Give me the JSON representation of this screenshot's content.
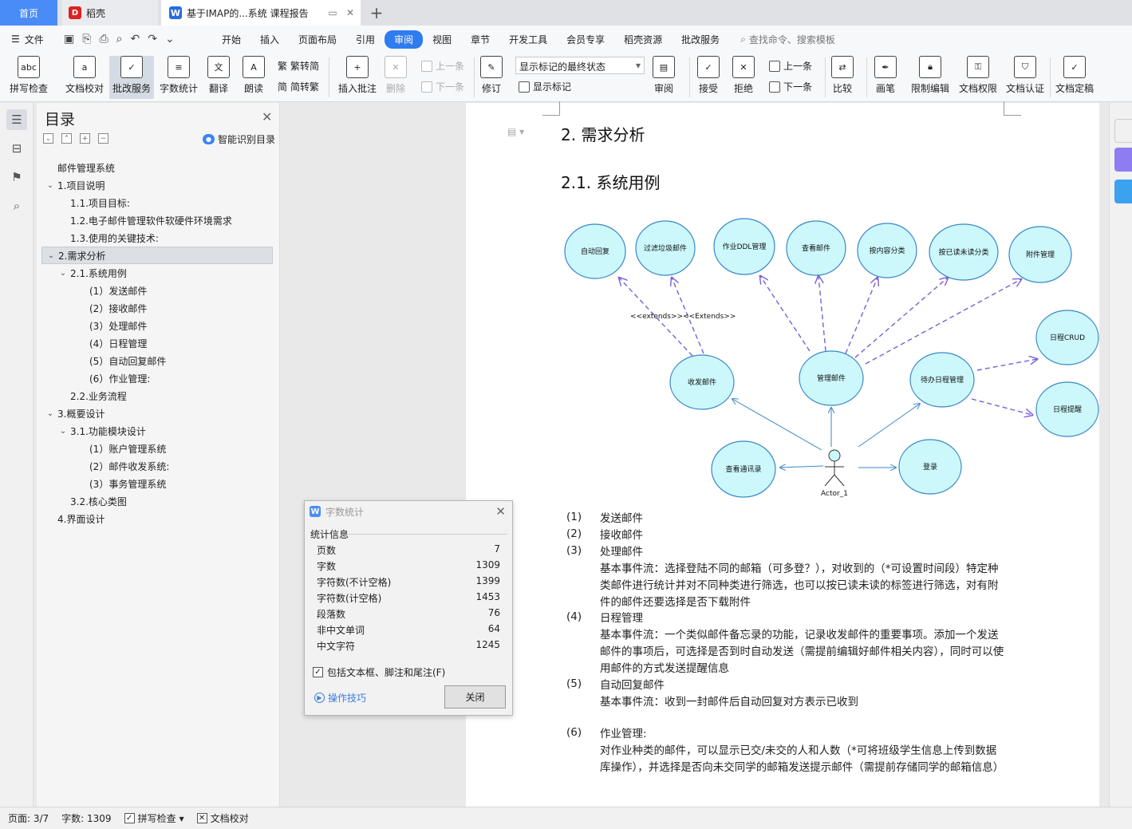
{
  "tabs": {
    "home": "首页",
    "daoke": "稻壳",
    "doc": "基于IMAP的...系统 课程报告"
  },
  "menu": {
    "file": "文件",
    "items": [
      "开始",
      "插入",
      "页面布局",
      "引用",
      "审阅",
      "视图",
      "章节",
      "开发工具",
      "会员专享",
      "稻壳资源",
      "批改服务"
    ],
    "active": "审阅",
    "search": "查找命令、搜索模板"
  },
  "ribbon": {
    "spell": "拼写检查",
    "proof": "文档校对",
    "correct": "批改服务",
    "wordcount": "字数统计",
    "translate": "翻译",
    "read": "朗读",
    "to_trad": "繁转简",
    "to_simp": "简转繁",
    "insert_comment": "插入批注",
    "delete": "删除",
    "prev": "上一条",
    "next": "下一条",
    "revise": "修订",
    "markup_state": "显示标记的最终状态",
    "show_markup": "显示标记",
    "review": "审阅",
    "accept": "接受",
    "reject": "拒绝",
    "prev2": "上一条",
    "next2": "下一条",
    "compare": "比较",
    "pen": "画笔",
    "restrict": "限制编辑",
    "rights": "文档权限",
    "cert": "文档认证",
    "finalize": "文档定稿"
  },
  "toc": {
    "title": "目录",
    "smart": "智能识别目录",
    "items": [
      {
        "label": "邮件管理系统",
        "level": 0,
        "arrow": ""
      },
      {
        "label": "1.项目说明",
        "level": 0,
        "arrow": "v"
      },
      {
        "label": "1.1.项目目标:",
        "level": 1,
        "arrow": ""
      },
      {
        "label": "1.2.电子邮件管理软件软硬件环境需求",
        "level": 1,
        "arrow": ""
      },
      {
        "label": "1.3.使用的关键技术:",
        "level": 1,
        "arrow": ""
      },
      {
        "label": "2.需求分析",
        "level": 0,
        "arrow": "v",
        "selected": true
      },
      {
        "label": "2.1.系统用例",
        "level": 1,
        "arrow": "v"
      },
      {
        "label": "(1）发送邮件",
        "level": 2,
        "arrow": ""
      },
      {
        "label": "(2）接收邮件",
        "level": 2,
        "arrow": ""
      },
      {
        "label": "(3）处理邮件",
        "level": 2,
        "arrow": ""
      },
      {
        "label": "(4）日程管理",
        "level": 2,
        "arrow": ""
      },
      {
        "label": "(5）自动回复邮件",
        "level": 2,
        "arrow": ""
      },
      {
        "label": "(6）作业管理:",
        "level": 2,
        "arrow": ""
      },
      {
        "label": "2.2.业务流程",
        "level": 1,
        "arrow": ""
      },
      {
        "label": "3.概要设计",
        "level": 0,
        "arrow": "v"
      },
      {
        "label": "3.1.功能模块设计",
        "level": 1,
        "arrow": "v"
      },
      {
        "label": "(1）账户管理系统",
        "level": 2,
        "arrow": ""
      },
      {
        "label": "(2）邮件收发系统:",
        "level": 2,
        "arrow": ""
      },
      {
        "label": "(3）事务管理系统",
        "level": 2,
        "arrow": ""
      },
      {
        "label": "3.2.核心类图",
        "level": 1,
        "arrow": ""
      },
      {
        "label": "4.界面设计",
        "level": 0,
        "arrow": ""
      }
    ]
  },
  "doc": {
    "h1": "2.  需求分析",
    "h2": "2.1. 系统用例",
    "diagram": {
      "top": [
        "自动回复",
        "过滤垃圾邮件",
        "作业DDL管理",
        "查看邮件",
        "按内容分类",
        "按已读未读分类",
        "附件管理"
      ],
      "mid": [
        "收发邮件",
        "管理邮件",
        "待办日程管理"
      ],
      "right": [
        "日程CRUD",
        "日程提醒"
      ],
      "bottom": [
        "查看通讯录",
        "登录"
      ],
      "actor": "Actor_1",
      "extends": "<<extends>><<Extends>>"
    },
    "items": [
      {
        "num": "(1)",
        "title": "发送邮件"
      },
      {
        "num": "(2)",
        "title": "接收邮件"
      },
      {
        "num": "(3)",
        "title": "处理邮件",
        "body": "基本事件流：选择登陆不同的邮箱（可多登？），对收到的（*可设置时间段）特定种类邮件进行统计并对不同种类进行筛选，也可以按已读未读的标签进行筛选，对有附件的邮件还要选择是否下载附件"
      },
      {
        "num": "(4)",
        "title": "日程管理",
        "body": "基本事件流：一个类似邮件备忘录的功能，记录收发邮件的重要事项。添加一个发送邮件的事项后，可选择是否到时自动发送（需提前编辑好邮件相关内容），同时可以使用邮件的方式发送提醒信息"
      },
      {
        "num": "(5)",
        "title": "自动回复邮件",
        "body": "基本事件流：收到一封邮件后自动回复对方表示已收到"
      },
      {
        "num": "(6)",
        "title": "作业管理:",
        "body": "对作业种类的邮件，可以显示已交/未交的人和人数（*可将班级学生信息上传到数据库操作），并选择是否向未交同学的邮箱发送提示邮件（需提前存储同学的邮箱信息）"
      }
    ]
  },
  "dialog": {
    "title": "字数统计",
    "section": "统计信息",
    "stats": [
      {
        "label": "页数",
        "value": "7"
      },
      {
        "label": "字数",
        "value": "1309"
      },
      {
        "label": "字符数(不计空格)",
        "value": "1399"
      },
      {
        "label": "字符数(计空格)",
        "value": "1453"
      },
      {
        "label": "段落数",
        "value": "76"
      },
      {
        "label": "非中文单词",
        "value": "64"
      },
      {
        "label": "中文字符",
        "value": "1245"
      }
    ],
    "checkbox": "包括文本框、脚注和尾注(F)",
    "tips": "操作技巧",
    "close": "关闭"
  },
  "status": {
    "page": "页面: 3/7",
    "words": "字数: 1309",
    "spell": "拼写检查",
    "proof": "文档校对"
  },
  "colors": {
    "accent": "#2f7bf0",
    "usecase_fill": "#ccf8fc",
    "usecase_stroke": "#3a86c8"
  }
}
